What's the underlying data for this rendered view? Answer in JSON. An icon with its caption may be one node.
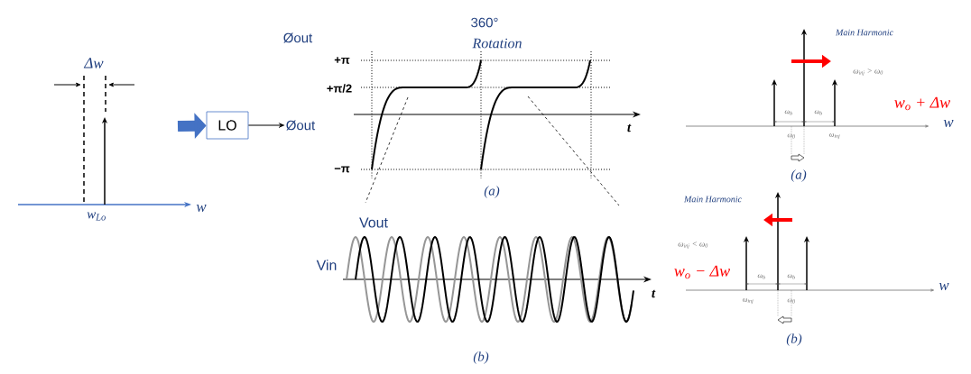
{
  "diagram": {
    "nodes": [
      {
        "text": [
          "LO"
        ]
      },
      {
        "text": [
          "Øout"
        ]
      }
    ],
    "edges": [
      {
        "from": null,
        "to": 0,
        "arrow": "to",
        "style": "thick",
        "color": "#4472c4"
      },
      {
        "from": 0,
        "to": 1,
        "arrow": "to",
        "color": "#000000"
      }
    ],
    "labels": [
      "Δw",
      "w$_{Lo}$",
      "w",
      "Øout",
      "360°",
      "Rotation",
      "+π",
      "+π/2",
      "−π",
      "t",
      "(a)",
      "Vout",
      "Vin",
      "t",
      "(b)",
      "Main Harmonic",
      "ω$_{inj}$ > ω$_{0}$",
      "w$_{o}$ + Δw",
      "w",
      "ω$_{b}$",
      "ω$_{b}$",
      "ω$_{0}$",
      "ω$_{inj}$",
      "(a)",
      "Main Harmonic",
      "ω$_{inj}$ < ω$_{0}$",
      "w$_{o}$ − Δw",
      "ω$_{b}$",
      "ω$_{b}$",
      "ω$_{inj}$",
      "ω$_{0}$",
      "w",
      "(b)"
    ]
  }
}
